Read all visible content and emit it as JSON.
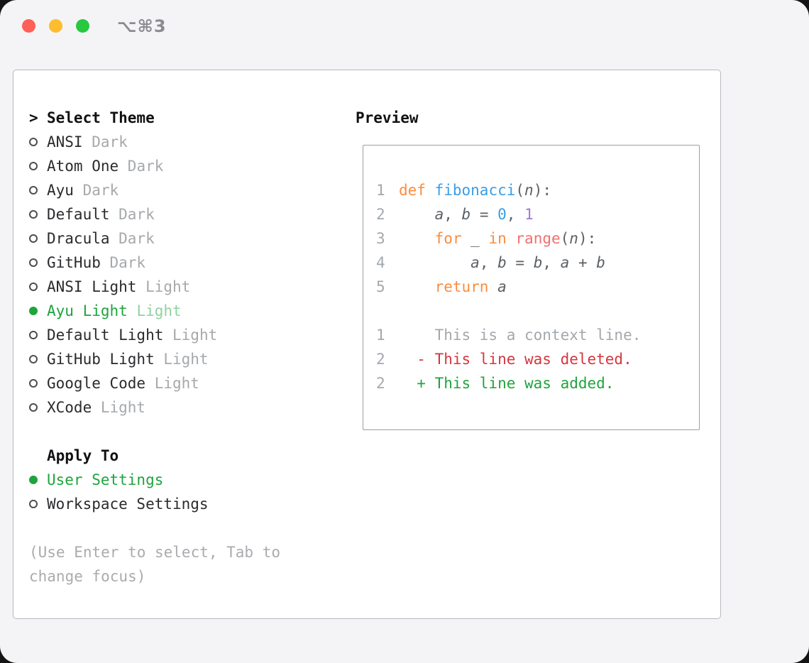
{
  "window": {
    "shortcut": "⌥⌘3"
  },
  "theme_picker": {
    "title_prefix": ">",
    "title": "Select Theme",
    "items": [
      {
        "name": "ANSI",
        "variant": "Dark",
        "selected": false
      },
      {
        "name": "Atom One",
        "variant": "Dark",
        "selected": false
      },
      {
        "name": "Ayu",
        "variant": "Dark",
        "selected": false
      },
      {
        "name": "Default",
        "variant": "Dark",
        "selected": false
      },
      {
        "name": "Dracula",
        "variant": "Dark",
        "selected": false
      },
      {
        "name": "GitHub",
        "variant": "Dark",
        "selected": false
      },
      {
        "name": "ANSI Light",
        "variant": "Light",
        "selected": false
      },
      {
        "name": "Ayu Light",
        "variant": "Light",
        "selected": true
      },
      {
        "name": "Default Light",
        "variant": "Light",
        "selected": false
      },
      {
        "name": "GitHub Light",
        "variant": "Light",
        "selected": false
      },
      {
        "name": "Google Code",
        "variant": "Light",
        "selected": false
      },
      {
        "name": "XCode",
        "variant": "Light",
        "selected": false
      }
    ]
  },
  "apply_to": {
    "title": "Apply To",
    "options": [
      {
        "label": "User Settings",
        "selected": true
      },
      {
        "label": "Workspace Settings",
        "selected": false
      }
    ]
  },
  "hint": "(Use Enter to select, Tab to change focus)",
  "preview": {
    "title": "Preview",
    "lines": [
      {
        "num": "1",
        "tokens": [
          [
            "kw",
            "def"
          ],
          [
            "d",
            " "
          ],
          [
            "fn",
            "fibonacci"
          ],
          [
            "d",
            "("
          ],
          [
            "v",
            "n"
          ],
          [
            "d",
            "):"
          ]
        ]
      },
      {
        "num": "2",
        "tokens": [
          [
            "d",
            "    "
          ],
          [
            "v",
            "a"
          ],
          [
            "d",
            ", "
          ],
          [
            "v",
            "b"
          ],
          [
            "d",
            " = "
          ],
          [
            "nb",
            "0"
          ],
          [
            "d",
            ", "
          ],
          [
            "np",
            "1"
          ]
        ]
      },
      {
        "num": "3",
        "tokens": [
          [
            "d",
            "    "
          ],
          [
            "kw",
            "for"
          ],
          [
            "d",
            " _ "
          ],
          [
            "kw",
            "in"
          ],
          [
            "d",
            " "
          ],
          [
            "call",
            "range"
          ],
          [
            "d",
            "("
          ],
          [
            "v",
            "n"
          ],
          [
            "d",
            "):"
          ]
        ]
      },
      {
        "num": "4",
        "tokens": [
          [
            "d",
            "        "
          ],
          [
            "v",
            "a"
          ],
          [
            "d",
            ", "
          ],
          [
            "v",
            "b"
          ],
          [
            "d",
            " = "
          ],
          [
            "v",
            "b"
          ],
          [
            "d",
            ", "
          ],
          [
            "v",
            "a"
          ],
          [
            "d",
            " + "
          ],
          [
            "v",
            "b"
          ]
        ]
      },
      {
        "num": "5",
        "tokens": [
          [
            "d",
            "    "
          ],
          [
            "kw",
            "return"
          ],
          [
            "d",
            " "
          ],
          [
            "v",
            "a"
          ]
        ]
      },
      {
        "num": "",
        "tokens": []
      },
      {
        "num": "1",
        "diff": "context",
        "text": "    This is a context line."
      },
      {
        "num": "2",
        "diff": "deleted",
        "text": "  - This line was deleted."
      },
      {
        "num": "2",
        "diff": "added",
        "text": "  + This line was added."
      }
    ]
  },
  "colors": {
    "accent_green": "#1fa43d",
    "selected_variant_green": "#8fd3a0",
    "diff_red": "#d5363e",
    "diff_green": "#1fa43d",
    "code_keyword": "#fa8d3e",
    "code_function": "#399ee6",
    "code_call": "#f07171",
    "code_number_blue": "#399ee6",
    "code_number_purple": "#a37acc",
    "code_foreground": "#5c6166",
    "line_number_gray": "#a3a8ae"
  }
}
